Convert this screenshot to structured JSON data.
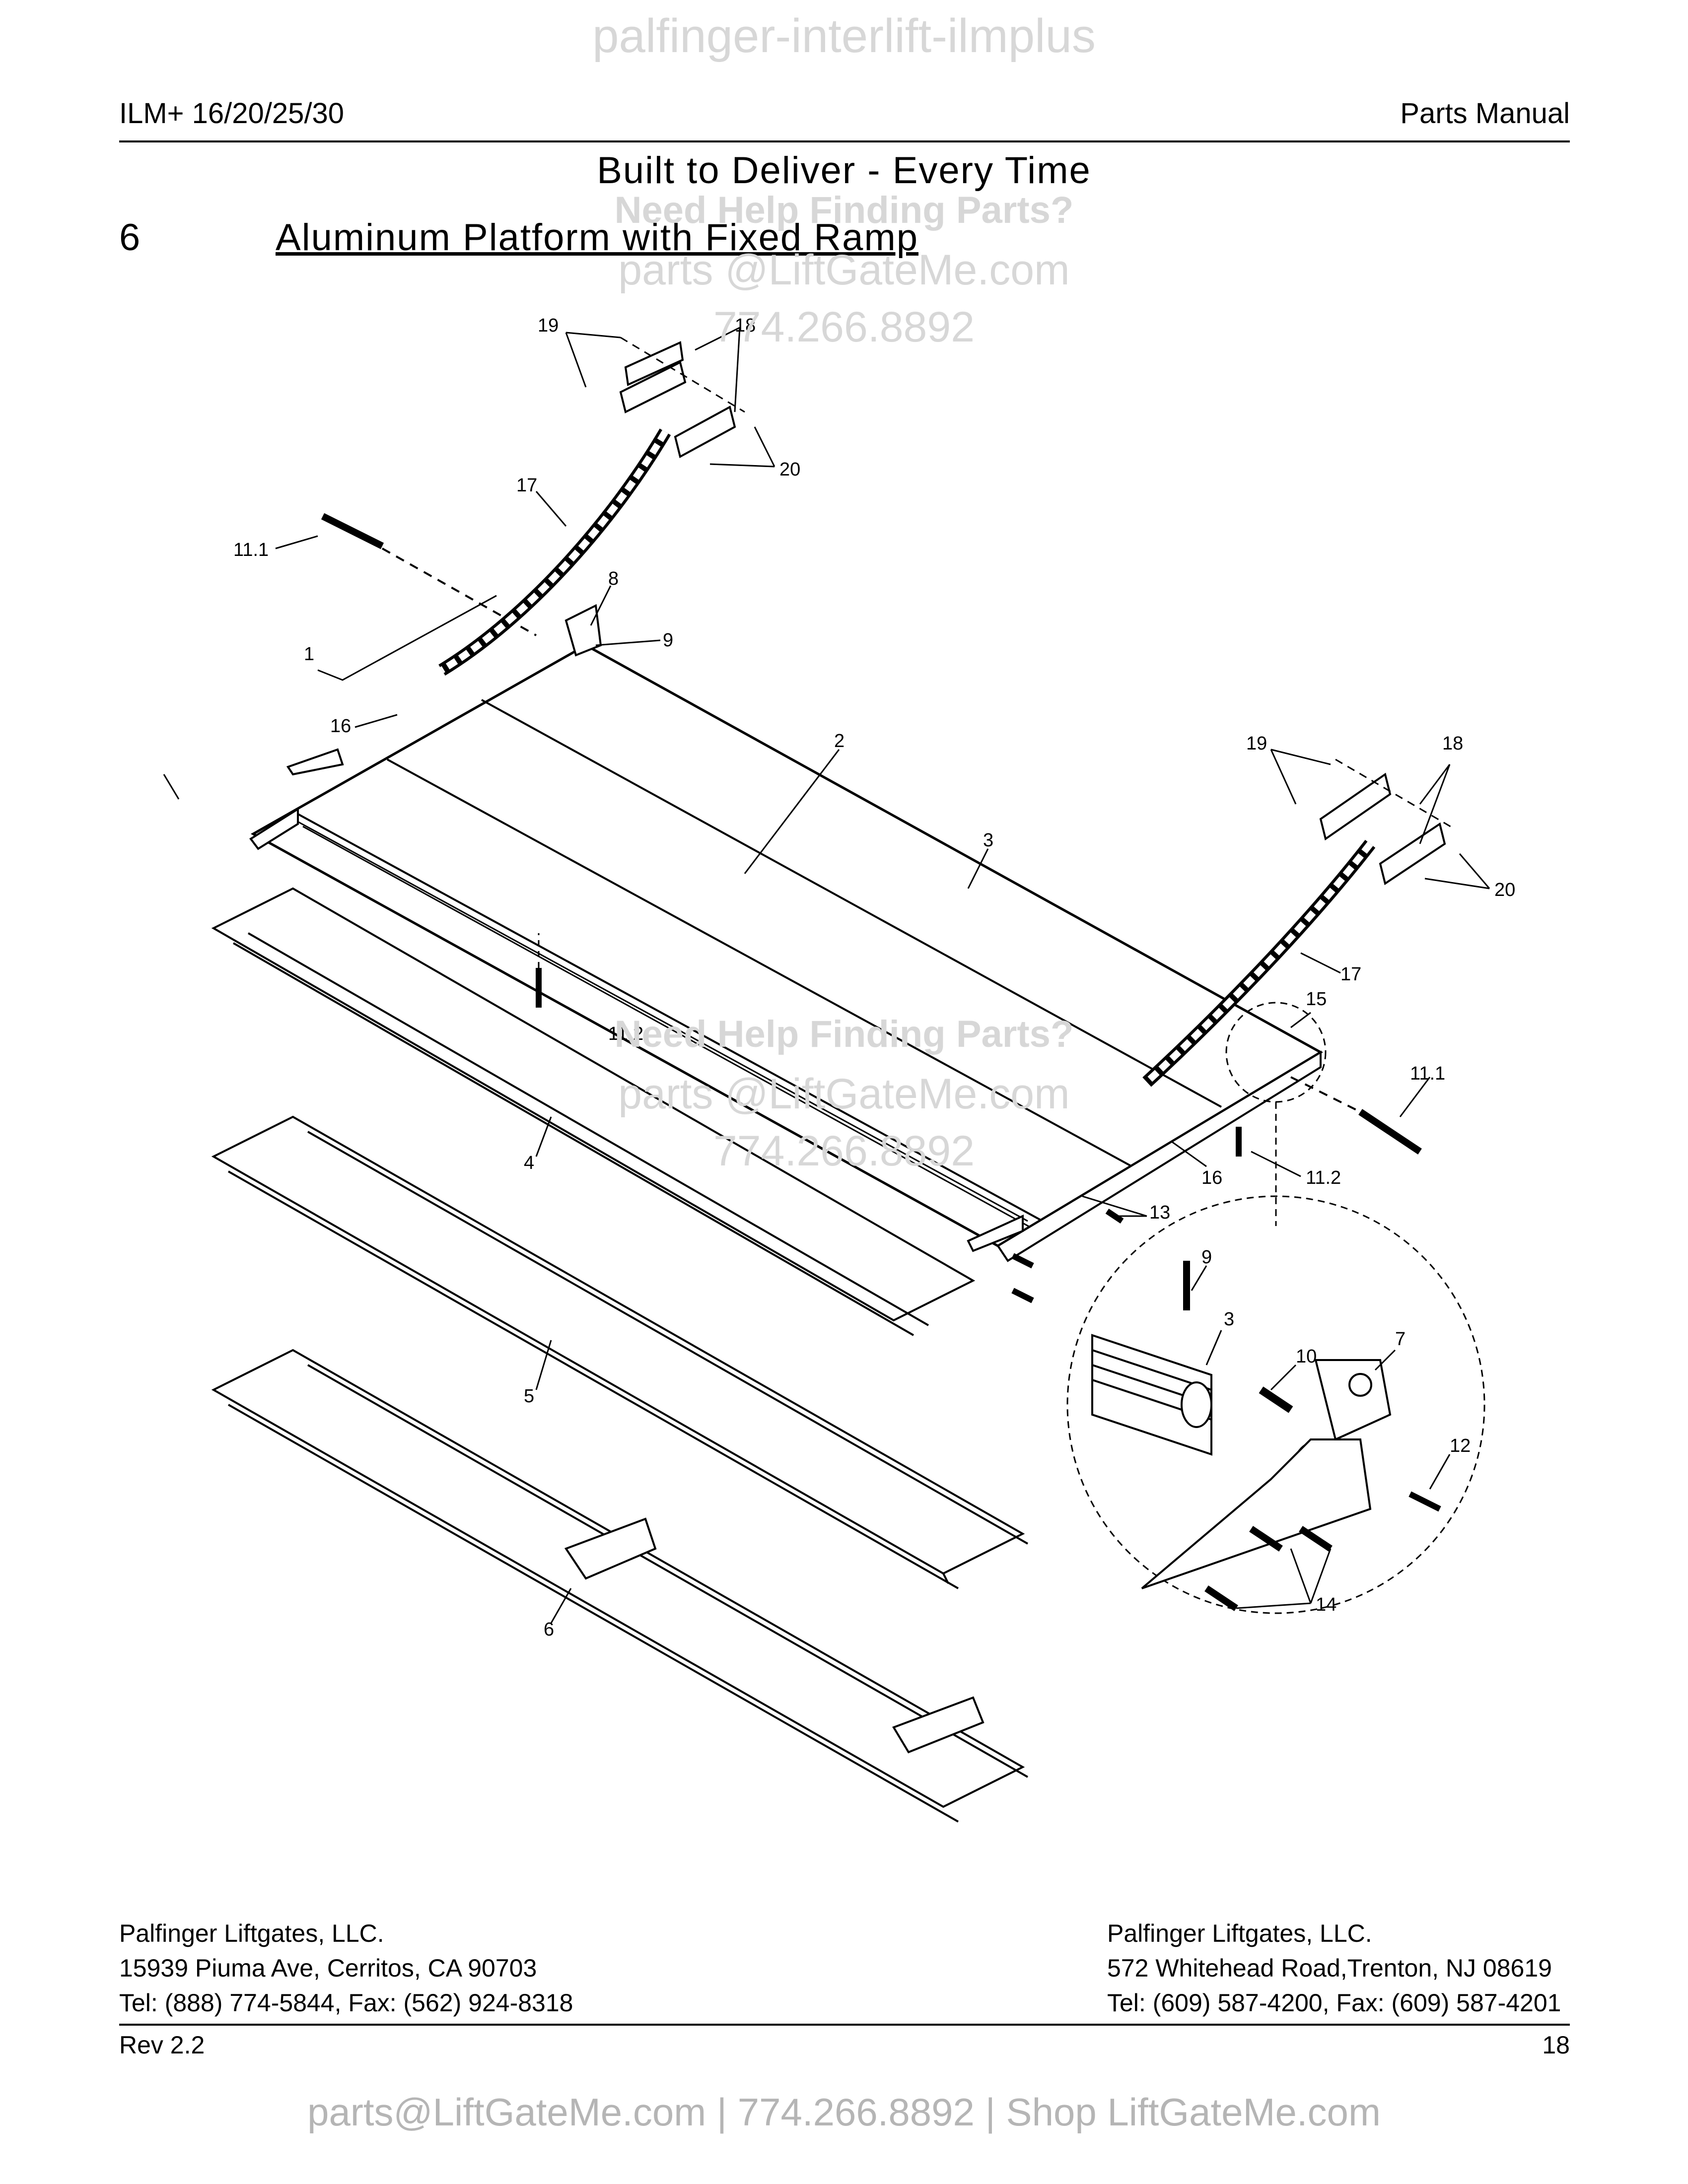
{
  "watermarks": {
    "top": "palfinger-interlift-ilmplus",
    "help_heading": "Need Help Finding Parts?",
    "email": "parts @LiftGateMe.com",
    "phone": "774.266.8892"
  },
  "header": {
    "model": "ILM+ 16/20/25/30",
    "doc_type": "Parts Manual"
  },
  "tagline": "Built to Deliver - Every Time",
  "section": {
    "number": "6",
    "title": "Aluminum Platform with Fixed Ramp"
  },
  "callouts": {
    "c1": "1",
    "c2": "2",
    "c3": "3",
    "c4": "4",
    "c5": "5",
    "c6": "6",
    "c7": "7",
    "c8": "8",
    "c9": "9",
    "c10": "10",
    "c11_1": "11.1",
    "c11_2": "11.2",
    "c12": "12",
    "c13": "13",
    "c14": "14",
    "c15": "15",
    "c16": "16",
    "c17": "17",
    "c18": "18",
    "c19": "19",
    "c20": "20"
  },
  "footer": {
    "left": {
      "company": "Palfinger Liftgates, LLC.",
      "address": "15939 Piuma Ave, Cerritos, CA 90703",
      "phone": "Tel: (888) 774-5844, Fax: (562) 924-8318"
    },
    "right": {
      "company": "Palfinger Liftgates, LLC.",
      "address": "572 Whitehead Road,Trenton, NJ 08619",
      "phone": "Tel: (609) 587-4200, Fax: (609) 587-4201"
    },
    "revision": "Rev 2.2",
    "page_number": "18"
  },
  "bottom_contact": "parts@LiftGateMe.com | 774.266.8892 | Shop LiftGateMe.com"
}
